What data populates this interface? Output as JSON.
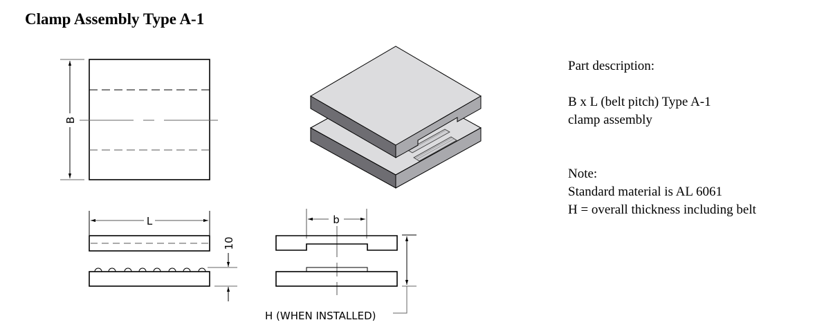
{
  "title": "Clamp Assembly Type A-1",
  "drawing": {
    "top_view": {
      "dimension_label": "B"
    },
    "side_view": {
      "length_label": "L",
      "height_label": "10"
    },
    "end_view": {
      "width_label": "b",
      "installed_label": "H (WHEN INSTALLED)"
    },
    "isometric_view": {
      "description": "isometric view of two stacked clamp plates with belt teeth"
    },
    "colors": {
      "line": "#000000",
      "dim_line": "#555555",
      "iso_top": "#dcdcde",
      "iso_left": "#6e6d72",
      "iso_right": "#a9a9ad"
    }
  },
  "notes": {
    "part_description_heading": "Part description:",
    "part_description_line1": "B x L (belt pitch) Type A-1",
    "part_description_line2": "clamp assembly",
    "note_heading": "Note:",
    "note_line1": "Standard material is AL 6061",
    "note_line2": "H = overall thickness including belt"
  }
}
